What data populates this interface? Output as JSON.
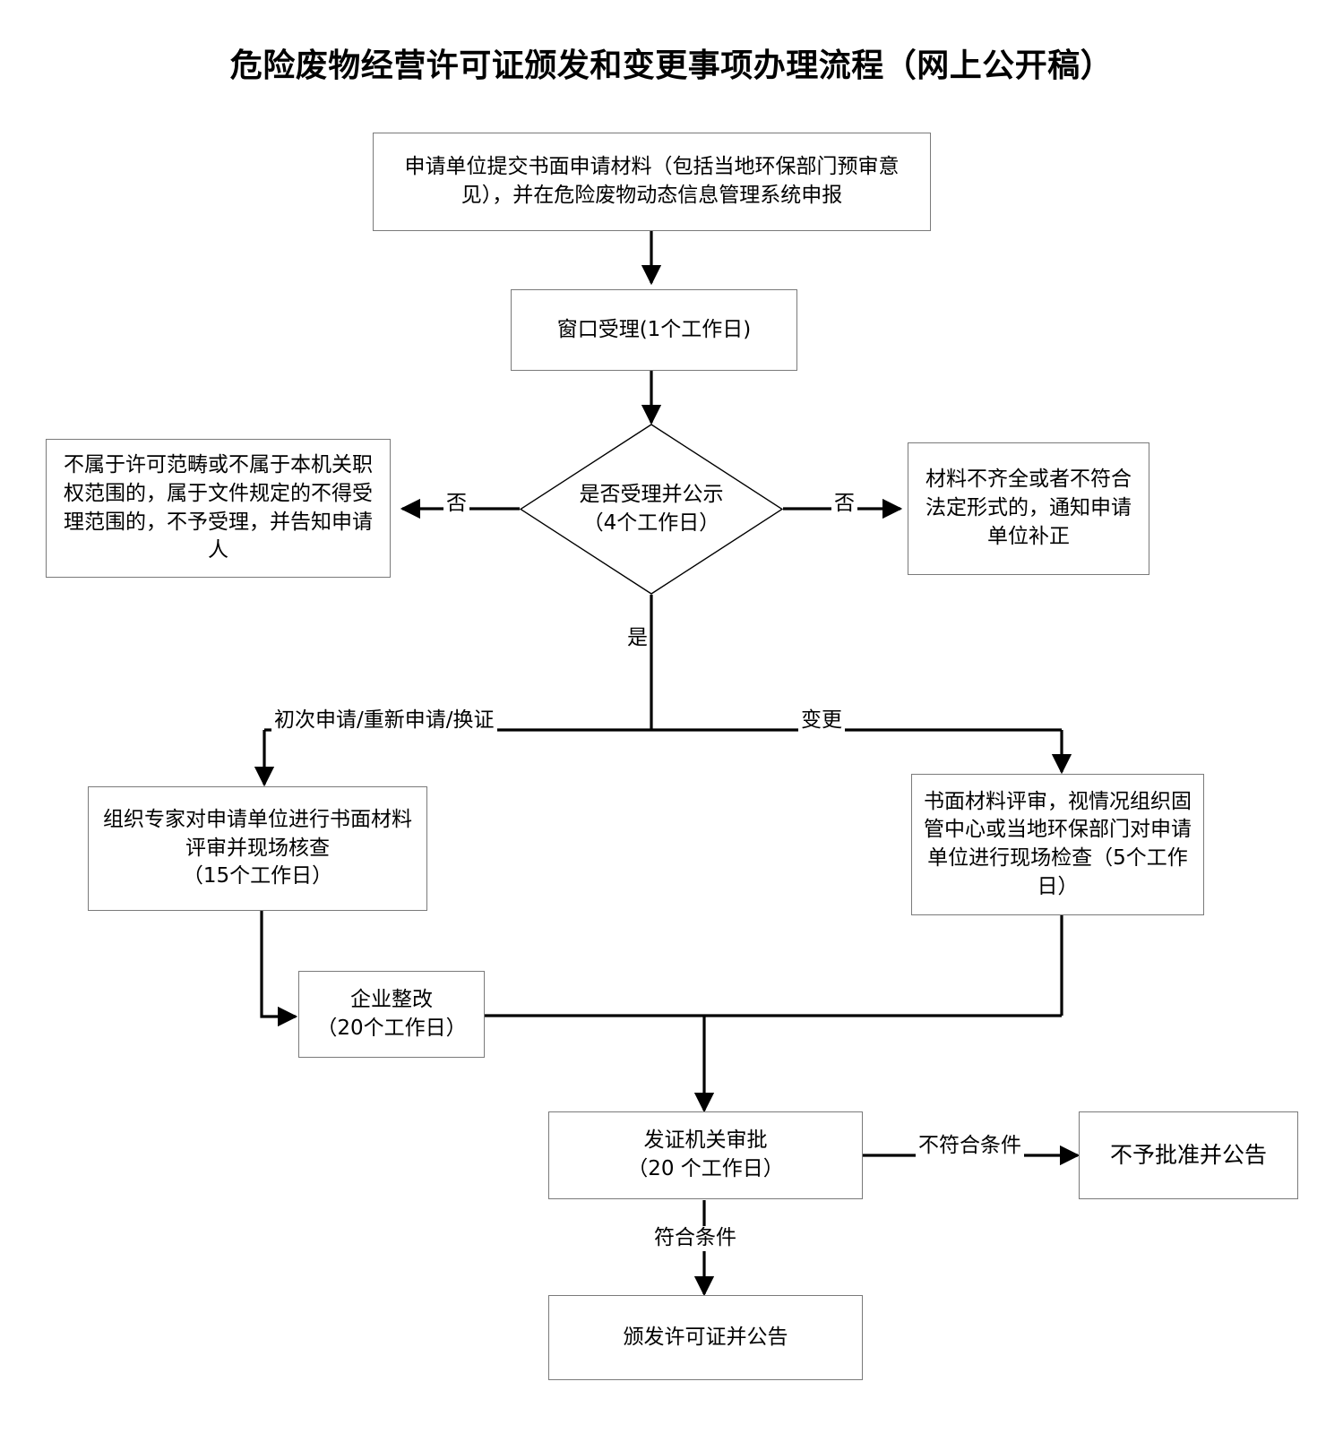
{
  "title": "危险废物经营许可证颁发和变更事项办理流程（网上公开稿）",
  "nodes": {
    "submit": "申请单位提交书面申请材料（包括当地环保部门预审意见），并在危险废物动态信息管理系统申报",
    "window_accept": "窗口受理(1个工作日)",
    "decision": "是否受理并公示\n（4个工作日）",
    "not_accepted": "不属于许可范畴或不属于本机关职权范围的，属于文件规定的不得受理范围的，不予受理，并告知申请人",
    "incomplete": "材料不齐全或者不符合法定形式的，通知申请单位补正",
    "expert_review": "组织专家对申请单位进行书面材料评审并现场核查\n（15个工作日）",
    "change_review": "书面材料评审，视情况组织固管中心或当地环保部门对申请单位进行现场检查（5个工作日）",
    "rectify": "企业整改\n（20个工作日）",
    "approval": "发证机关审批\n（20 个工作日）",
    "rejected": "不予批准并公告",
    "issued": "颁发许可证并公告"
  },
  "edge_labels": {
    "no_left": "否",
    "no_right": "否",
    "yes": "是",
    "first_apply": "初次申请/重新申请/换证",
    "change": "变更",
    "not_qualified": "不符合条件",
    "qualified": "符合条件"
  },
  "colors": {
    "stroke": "#000000",
    "box_border": "#7a7a7a",
    "background": "#ffffff",
    "text": "#000000"
  }
}
